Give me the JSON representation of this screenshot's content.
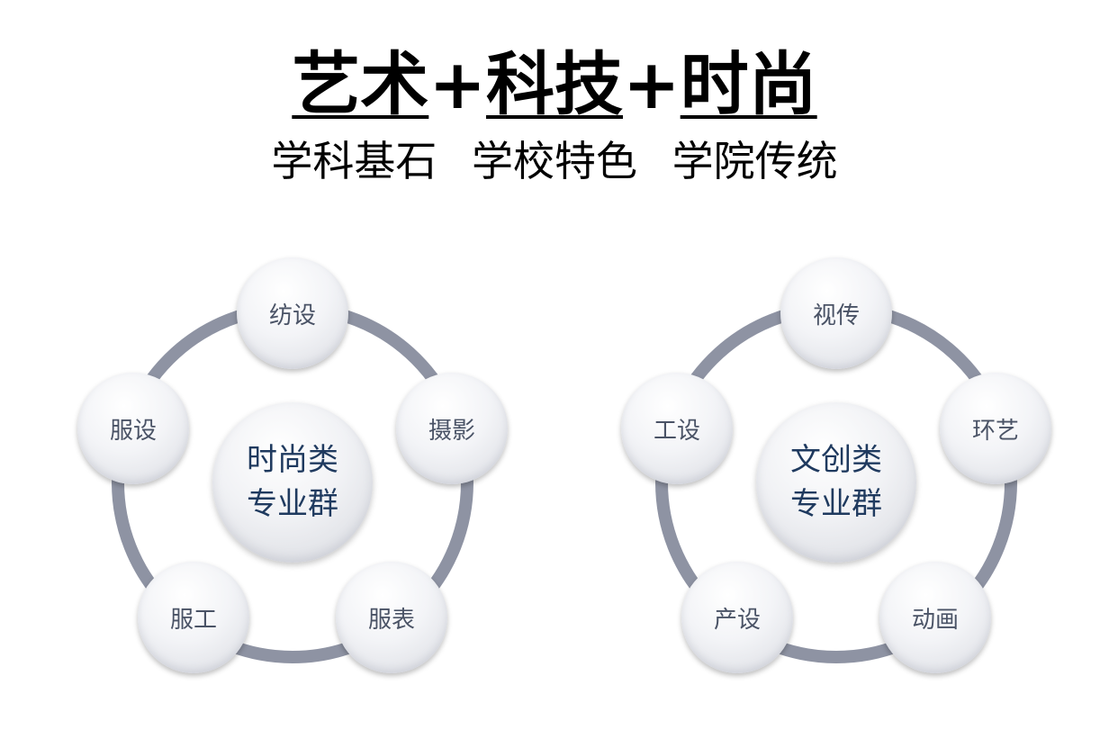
{
  "header": {
    "title_parts": [
      "艺术",
      "+",
      "科技",
      "+",
      "时尚"
    ],
    "subtitle_parts": [
      "学科基石",
      "学校特色",
      "学院传统"
    ]
  },
  "clusters": [
    {
      "hub": {
        "line1": "时尚类",
        "line2": "专业群"
      },
      "nodes": [
        "纺设",
        "摄影",
        "服表",
        "服工",
        "服设"
      ]
    },
    {
      "hub": {
        "line1": "文创类",
        "line2": "专业群"
      },
      "nodes": [
        "视传",
        "环艺",
        "动画",
        "产设",
        "工设"
      ]
    }
  ],
  "colors": {
    "ring": "#8e93a3",
    "node_text": "#4a5366",
    "hub_text": "#1f3a5f",
    "title_text": "#000000"
  }
}
